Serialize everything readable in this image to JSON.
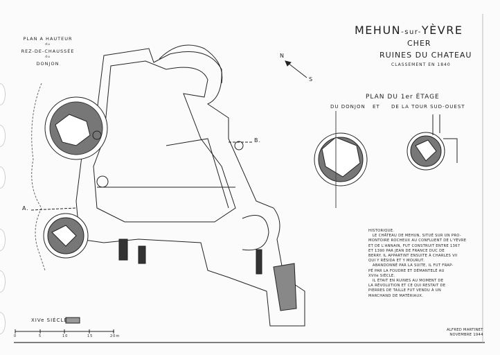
{
  "title": {
    "part1": "MEHUN",
    "sep": "-sur-",
    "part2": "YÈVRE"
  },
  "department": "CHER",
  "subtitle": "RUINES DU CHATEAU",
  "classification": "CLASSEMENT EN 1840",
  "left_plan_label": {
    "line1": "PLAN A HAUTEUR",
    "line2": "du",
    "line3": "REZ-DE-CHAUSSÉE",
    "line4": "du",
    "line5": "DONJON"
  },
  "first_floor_plan": {
    "title": "PLAN DU 1er ÉTAGE",
    "left": "DU DONJON",
    "et": "ET",
    "right": "DE LA TOUR SUD-OUEST"
  },
  "orientation": {
    "north": "N",
    "south": "S"
  },
  "section_markers": {
    "a": "A.",
    "b": "B."
  },
  "legend": {
    "label": "XIVe SIÈCLE"
  },
  "scale": {
    "ticks": [
      "0",
      "5",
      "10",
      "15",
      "20m"
    ]
  },
  "history": "HISTORIQUE.\n   LE CHÂTEAU DE MEHUN, SITUÉ SUR UN PRO-\nMONTOIRE ROCHEUX AU CONFLUENT DE L'YÈVRE\nET DE L'ANNAIN, FUT CONSTRUIT ENTRE 1367\nET 1390 PAR JEAN DE FRANCE DUC DE\nBERRY. IL APPARTINT ENSUITE À CHARLES VII\nQUI Y RÉSIDA ET Y MOURUT.\n   ABANDONNÉ PAR LA SUITE, IL FUT FRAP-\nPÉ PAR LA FOUDRE ET DÉMANTELÉ AU\nXVIIe SIÈCLE.\n   IL ÉTAIT EN RUINES AU MOMENT DE\nLA RÉVOLUTION ET CE QUI RESTAIT DE\nPIERRES DE TAILLE FUT VENDU À UN\nMARCHAND DE MATÉRIAUX.",
  "author": {
    "name": "ALFRED MARTINET",
    "date": "NOVEMBRE 1944"
  }
}
